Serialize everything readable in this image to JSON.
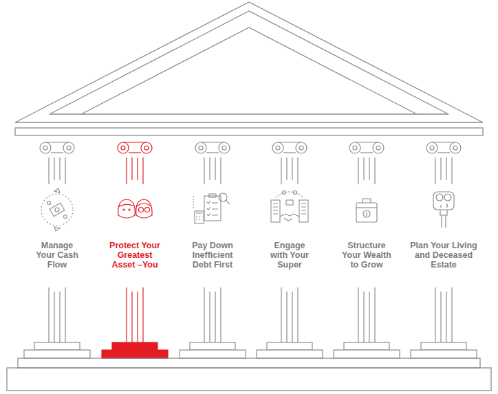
{
  "diagram": {
    "nodes": [
      {
        "text": [
          "Manage Your Cash Flow"
        ]
      },
      {
        "text": [
          "Protect Your Greatest Asset –You"
        ]
      },
      {
        "text": [
          "Pay Down Inefficient Debt First"
        ]
      },
      {
        "text": [
          "Engage with Your Super"
        ]
      },
      {
        "text": [
          "Structure Your Wealth to Grow"
        ]
      },
      {
        "text": [
          "Plan Your Living and Deceased Estate"
        ]
      }
    ]
  }
}
